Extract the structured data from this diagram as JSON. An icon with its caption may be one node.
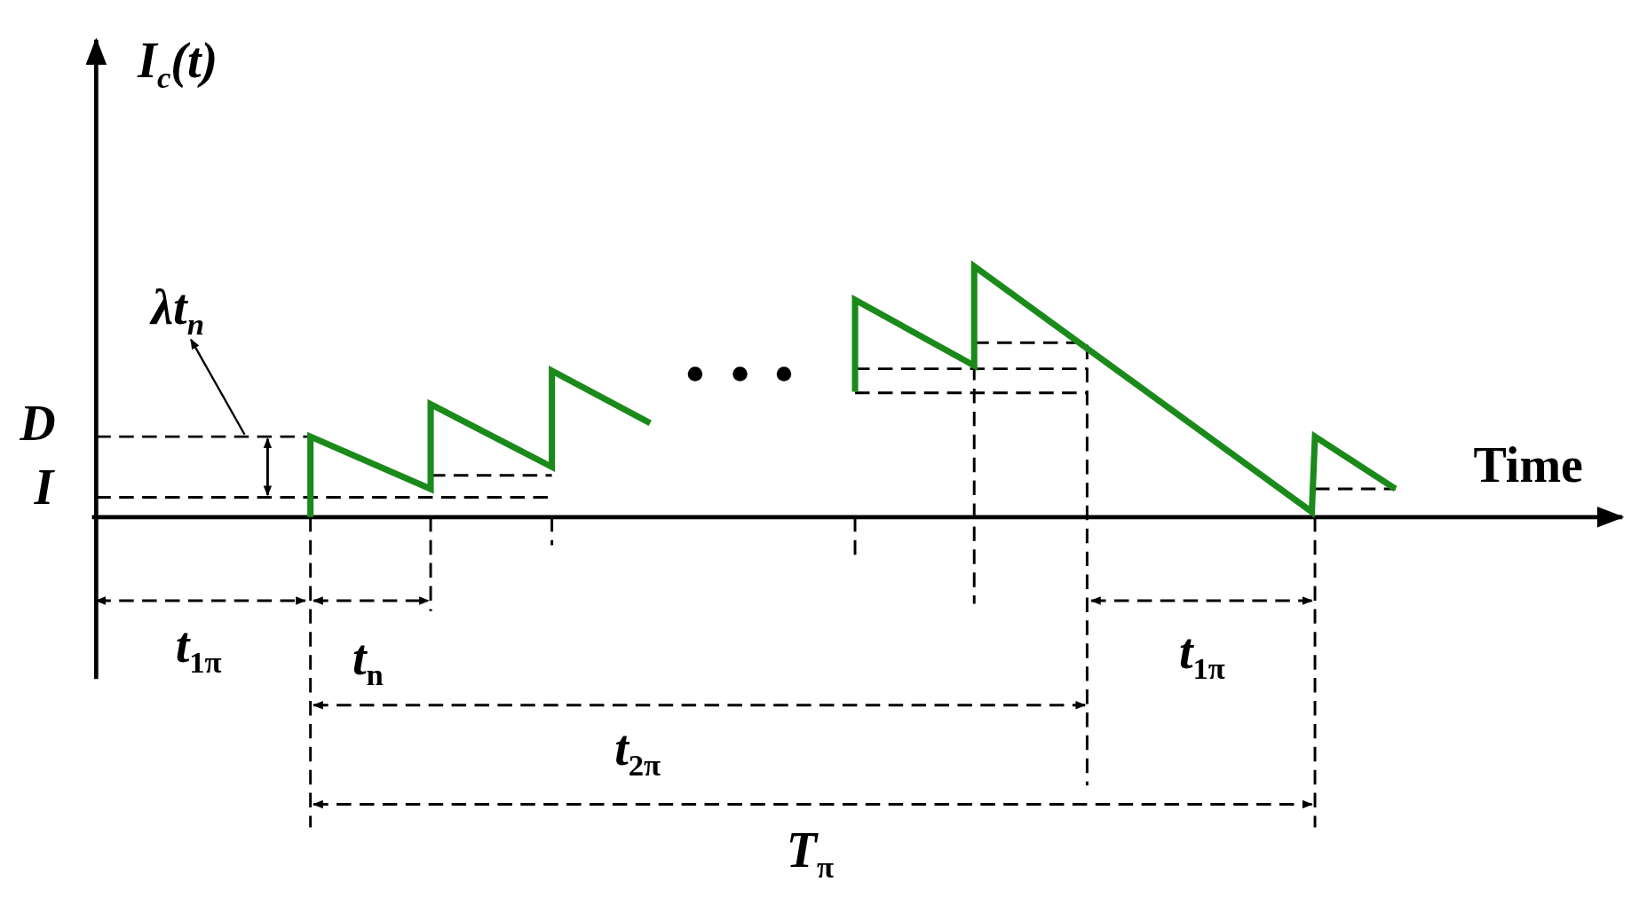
{
  "diagram": {
    "nodes": [
      {
        "text": [
          "λt$_{n}$"
        ]
      },
      {
        "text": [],
        "shape": "arrow"
      }
    ],
    "edges": [
      {
        "from": 1,
        "to": 0,
        "arrow": "to"
      }
    ],
    "labels": [
      "I$_{c}$(t)",
      "D",
      "I",
      "Time",
      "*t*$_{1π}$",
      "*t*$_{n}$",
      "*t*$_{1π}$",
      "*t*$_{2π}$",
      "*T*$_{π}$"
    ]
  }
}
